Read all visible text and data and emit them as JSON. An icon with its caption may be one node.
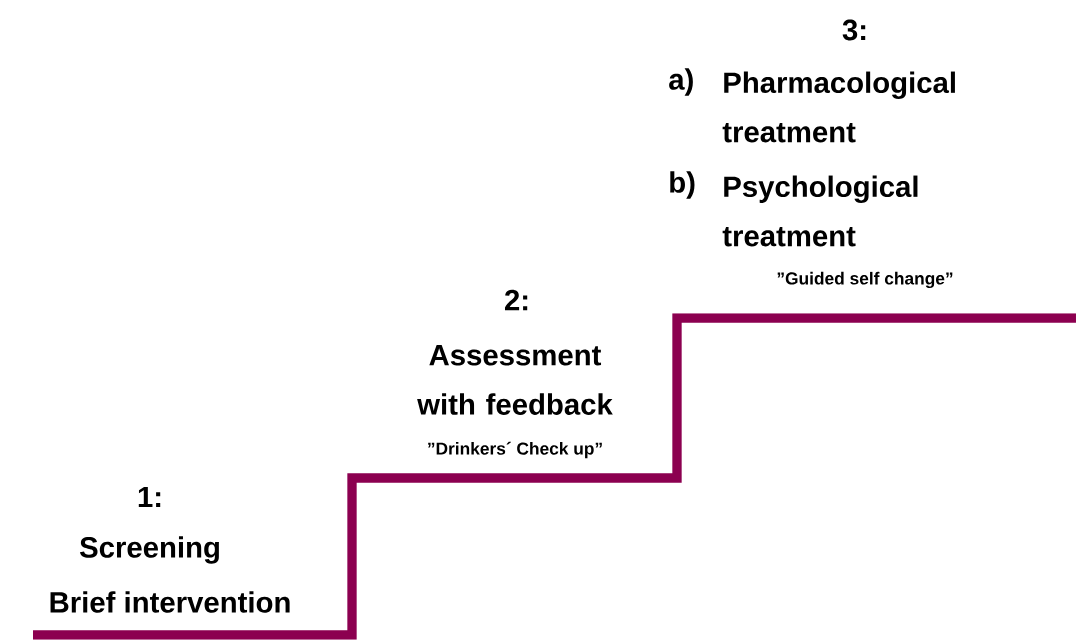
{
  "diagram": {
    "labels": [
      "1:",
      "Screening",
      "Brief intervention",
      "2:",
      "Assessment with feedback",
      "”Drinkers´ Check up”",
      "3:",
      "a)",
      "Pharmacological treatment",
      "b)",
      "Psychological treatment",
      "”Guided self change”"
    ]
  }
}
